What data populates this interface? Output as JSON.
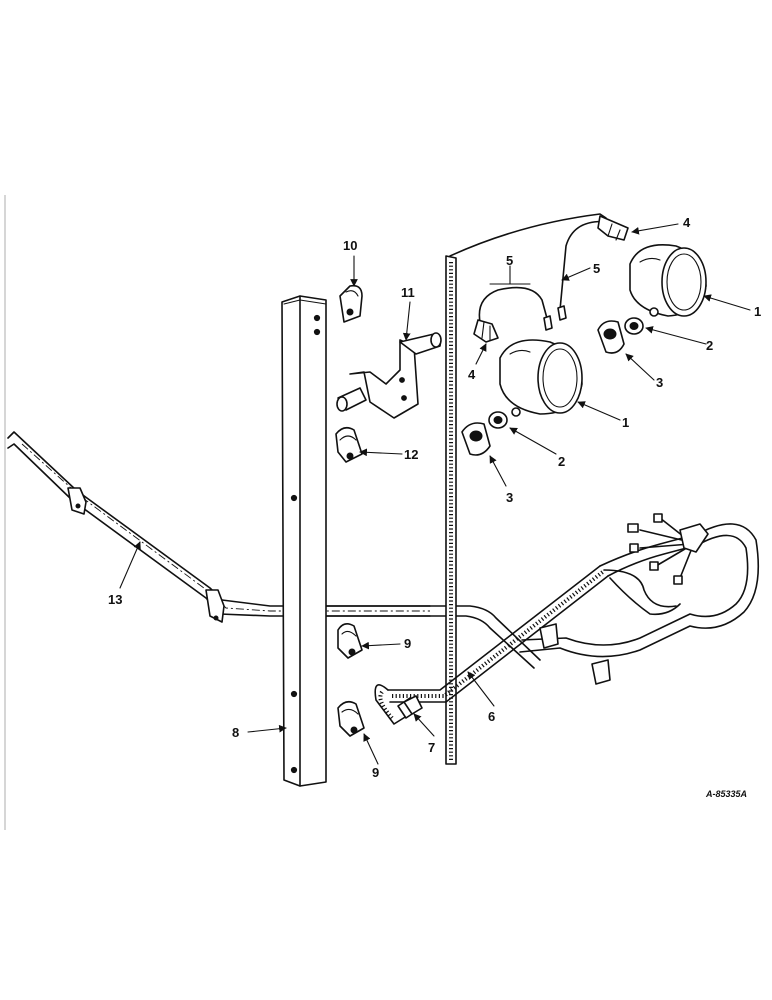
{
  "labels": [
    "1",
    "2",
    "3",
    "4",
    "5",
    "6",
    "7",
    "8",
    "9",
    "10",
    "11",
    "12",
    "13"
  ],
  "callouts": {
    "lamp_upper": "1",
    "lamp_lower": "1",
    "nut_upper": "2",
    "nut_lower": "2",
    "clamp_upper": "3",
    "clamp_lower": "3",
    "connector_upper": "4",
    "connector_lower": "4",
    "lead_left": "5",
    "lead_right": "5",
    "harness": "6",
    "sleeve": "7",
    "angle_bar": "8",
    "clip_upper": "9",
    "clip_lower": "9",
    "clip_top": "10",
    "bracket": "11",
    "clip_mid": "12",
    "rod": "13"
  },
  "reference": "A-85335A"
}
